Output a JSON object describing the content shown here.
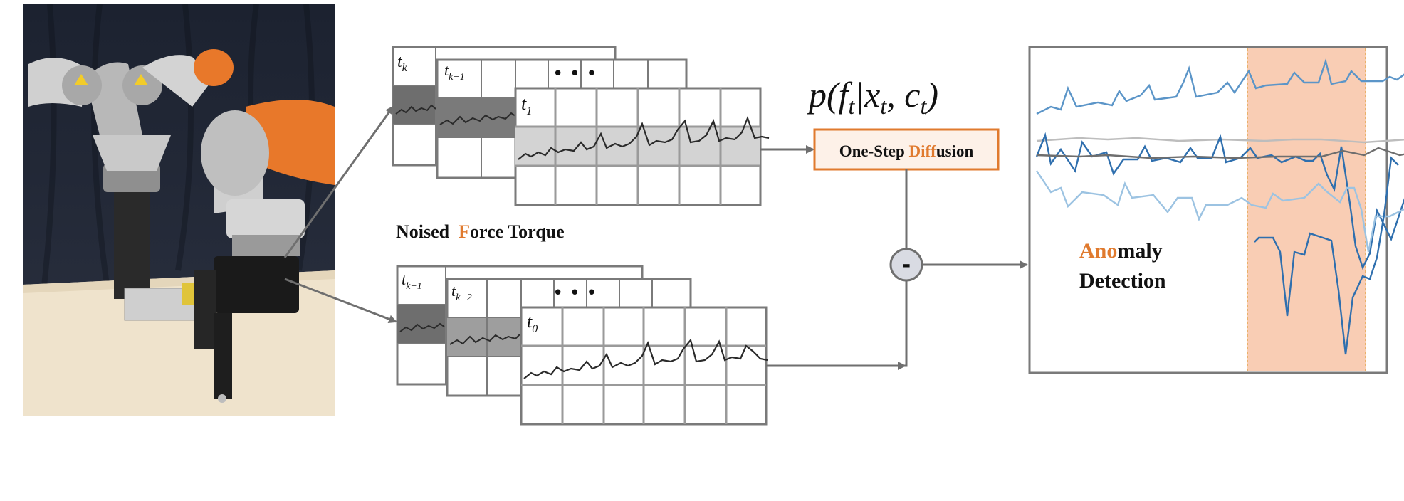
{
  "colors": {
    "accent": "#e07a2e",
    "grid_stroke": "#7a7a7a",
    "arrow": "#6f6f6f",
    "signal": "#2a2a2a",
    "highlight_dark": "#6e6e6e",
    "highlight_light": "#d3d3d3",
    "anomaly_region": "#f9cdb4",
    "blue_dark": "#2f6fae",
    "blue_mid": "#5b95c8",
    "blue_light": "#9cc3e2"
  },
  "photo": {
    "description_icon": "robot-arm-icon"
  },
  "top_stack": {
    "labels": [
      "t_k",
      "t_{k-1}",
      "t_1"
    ],
    "dots": "• • •"
  },
  "bottom_stack": {
    "labels": [
      "t_{k-1}",
      "t_{k-2}",
      "t_0"
    ],
    "dots": "• • •"
  },
  "noised_label": {
    "prefix": "Noised  ",
    "accent": "F",
    "suffix": "orce Torque"
  },
  "formula": {
    "text": "p(f_t|x_t, c_t)"
  },
  "diffusion_box": {
    "prefix": "One-Step ",
    "accent": "Diff",
    "suffix": "usion"
  },
  "minus_node": {
    "symbol": "-"
  },
  "anomaly_label": {
    "line1_accent": "Ano",
    "line1_rest": "maly",
    "line2": "Detection"
  }
}
